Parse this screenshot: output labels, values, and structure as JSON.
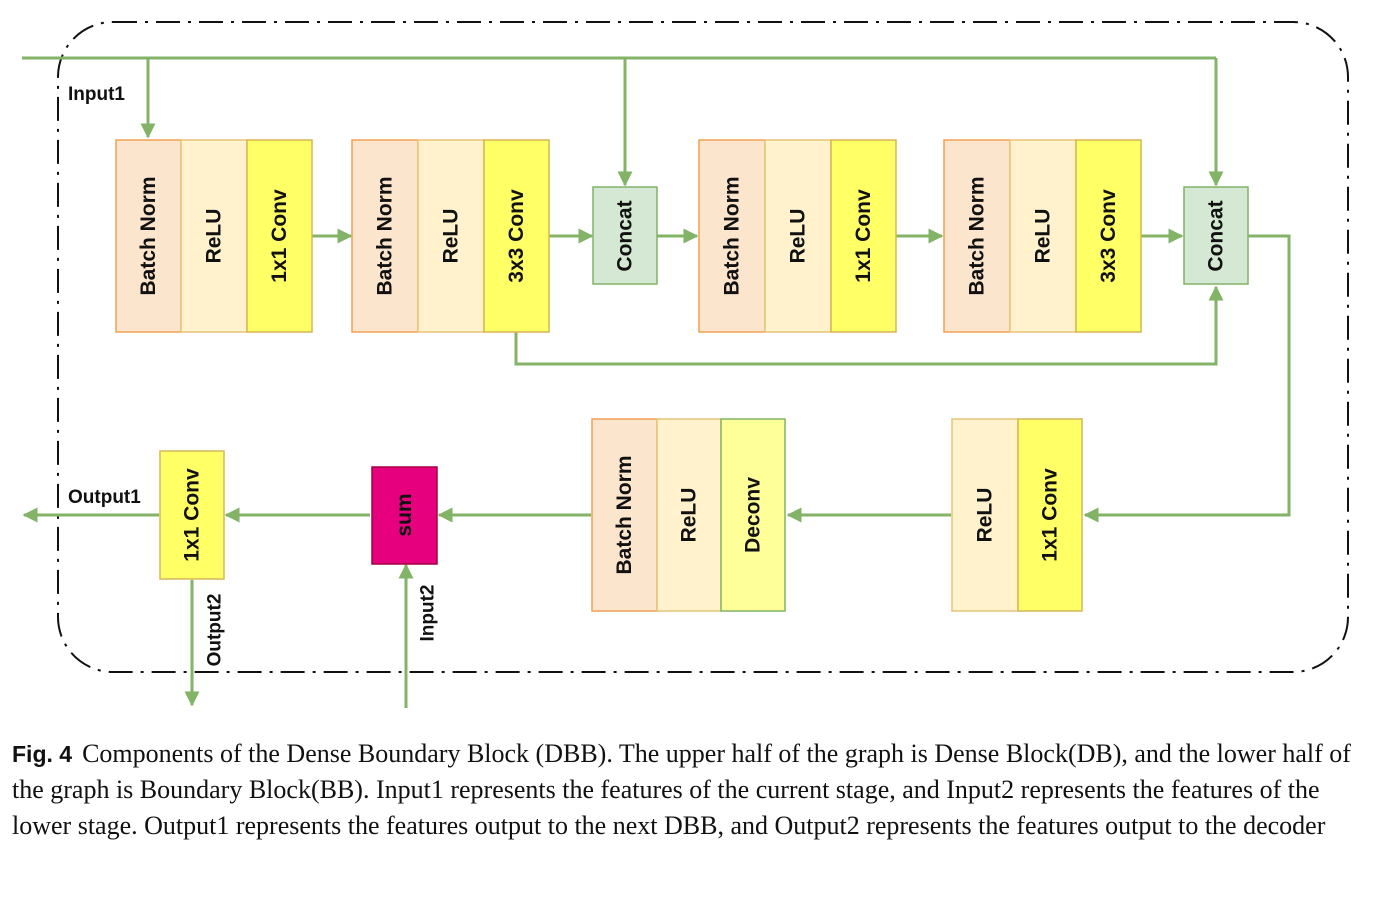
{
  "diagram": {
    "labels": {
      "input1": "Input1",
      "input2": "Input2",
      "output1": "Output1",
      "output2": "Output2"
    },
    "blocks": {
      "db1_bn": "Batch Norm",
      "db1_relu": "ReLU",
      "db1_conv": "1x1 Conv",
      "db2_bn": "Batch Norm",
      "db2_relu": "ReLU",
      "db2_conv": "3x3 Conv",
      "concat1": "Concat",
      "db3_bn": "Batch Norm",
      "db3_relu": "ReLU",
      "db3_conv": "1x1 Conv",
      "db4_bn": "Batch Norm",
      "db4_relu": "ReLU",
      "db4_conv": "3x3 Conv",
      "concat2": "Concat",
      "bb_relu": "ReLU",
      "bb_conv": "1x1 Conv",
      "dc_bn": "Batch Norm",
      "dc_relu": "ReLU",
      "dc_deconv": "Deconv",
      "sum": "sum",
      "out_conv": "1x1 Conv"
    },
    "colors": {
      "batch_norm": "#fce5cd",
      "relu": "#fff2cc",
      "conv": "#ffff66",
      "deconv": "#ffff99",
      "concat": "#d5e8d4",
      "sum": "#e6007e",
      "arrow": "#82b366"
    }
  },
  "caption": {
    "fig": "Fig. 4",
    "text": "Components of the Dense Boundary Block (DBB). The upper half of the graph is Dense Block(DB), and the lower half of the graph is Boundary Block(BB). Input1 represents the features of the current stage, and Input2 represents the features of the lower stage. Output1 represents the features output to the next DBB, and Output2 represents the features output to the decoder"
  }
}
